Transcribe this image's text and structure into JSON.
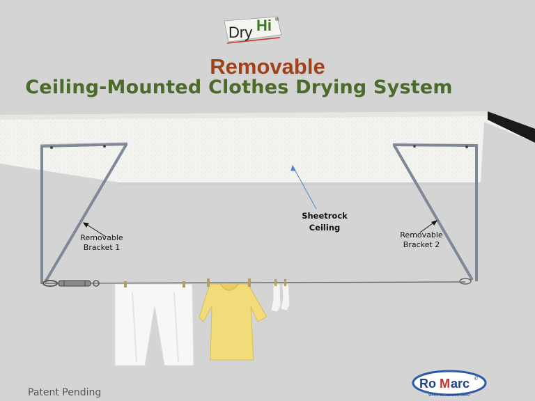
{
  "logo_top": {
    "brand_left": "Dry",
    "brand_right": "Hi",
    "mark": "®"
  },
  "title": "Removable",
  "subtitle": "Ceiling-Mounted Clothes Drying System",
  "labels": {
    "bracket1": [
      "Removable",
      "Bracket 1"
    ],
    "ceiling": [
      "Sheetrock",
      "Ceiling"
    ],
    "bracket2": [
      "Removable",
      "Bracket 2"
    ]
  },
  "footer": {
    "patent": "Patent Pending",
    "company_logo": {
      "name_left": "Ro",
      "name_mid": "M",
      "name_right": "arc",
      "mark": "©",
      "tagline": "Where we make life easier"
    }
  },
  "colors": {
    "title": "#a0411a",
    "subtitle": "#4a6b2a",
    "background": "#d4d4d4",
    "bracket": "#7f8896",
    "ceiling": "#f2f2ef",
    "shirt": "#f2dc7a"
  },
  "icons": [
    "dryhi-logo",
    "romarc-logo",
    "arrow-icon",
    "turnbuckle-icon"
  ]
}
